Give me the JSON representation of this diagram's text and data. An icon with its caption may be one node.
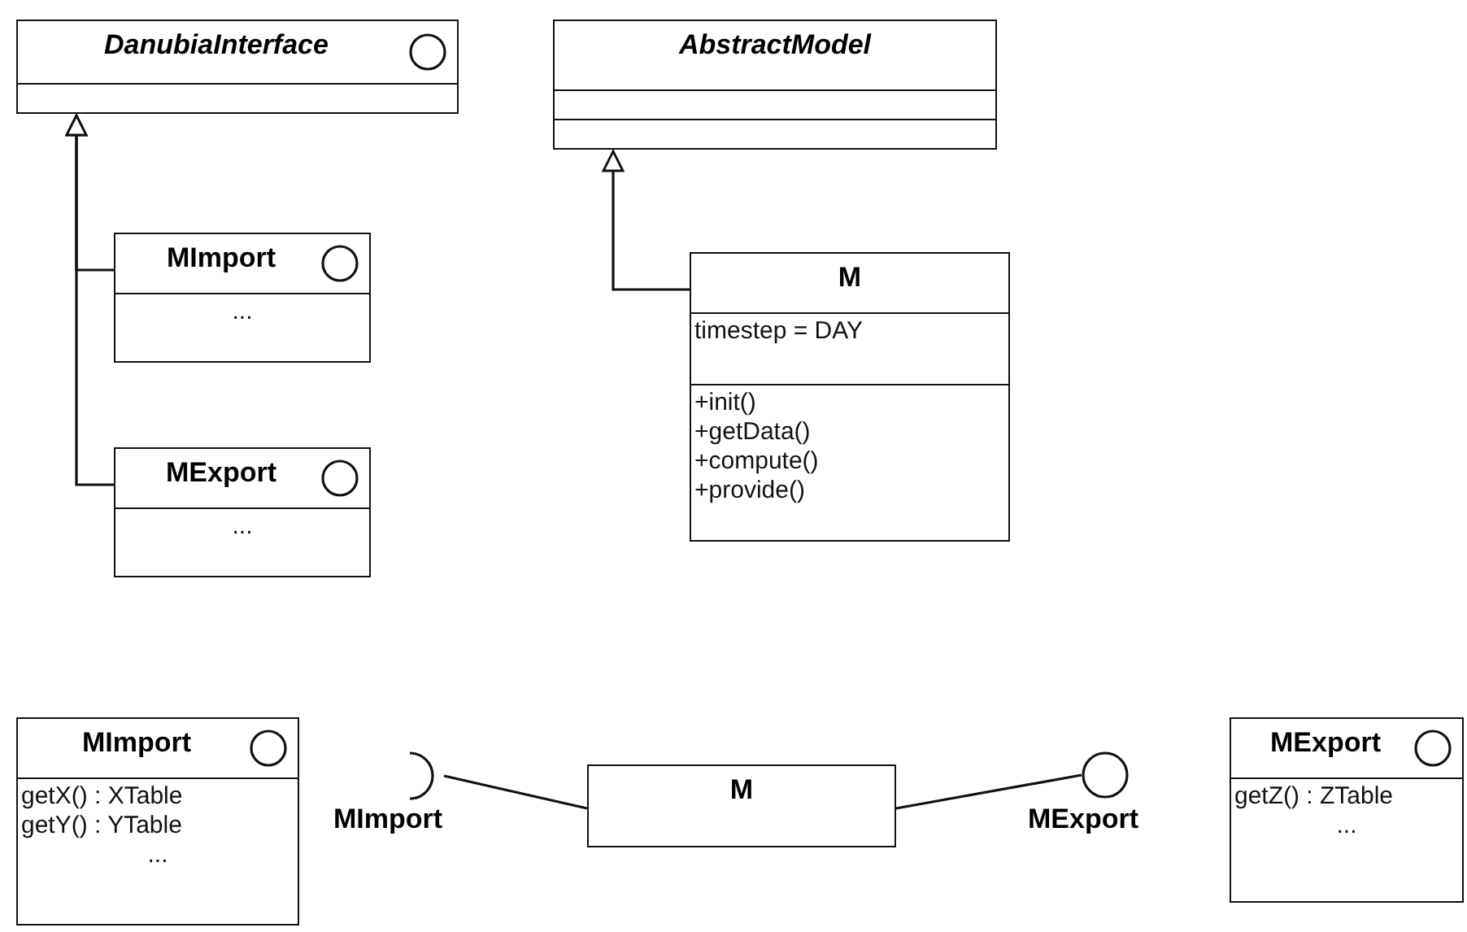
{
  "diagram": {
    "nodes": [
      {
        "text": [
          "DanubiaInterface"
        ]
      },
      {
        "text": [
          "MImport",
          "..."
        ]
      },
      {
        "text": [
          "MExport",
          "..."
        ]
      },
      {
        "text": [
          "AbstractModel"
        ]
      },
      {
        "text": [
          "M",
          "timestep = DAY",
          "+init()",
          "+getData()",
          "+compute()",
          "+provide()"
        ]
      },
      {
        "text": [
          "MImport",
          "getX() : XTable",
          "getY() : YTable",
          "..."
        ]
      },
      {
        "text": [
          "M"
        ]
      },
      {
        "text": [],
        "shape": "socket",
        "beside": [
          "MImport"
        ]
      },
      {
        "text": [],
        "shape": "circle",
        "beside": [
          "MExport"
        ]
      },
      {
        "text": [
          "MExport",
          "getZ() : ZTable",
          "..."
        ]
      }
    ],
    "edges": [
      {
        "from": 1,
        "to": 0,
        "arrow": "to"
      },
      {
        "from": 2,
        "to": 0,
        "arrow": "to"
      },
      {
        "from": 4,
        "to": 3,
        "arrow": "to"
      },
      {
        "from": 6,
        "to": 7,
        "arrow": "none"
      },
      {
        "from": 6,
        "to": 8,
        "arrow": "none"
      }
    ]
  }
}
